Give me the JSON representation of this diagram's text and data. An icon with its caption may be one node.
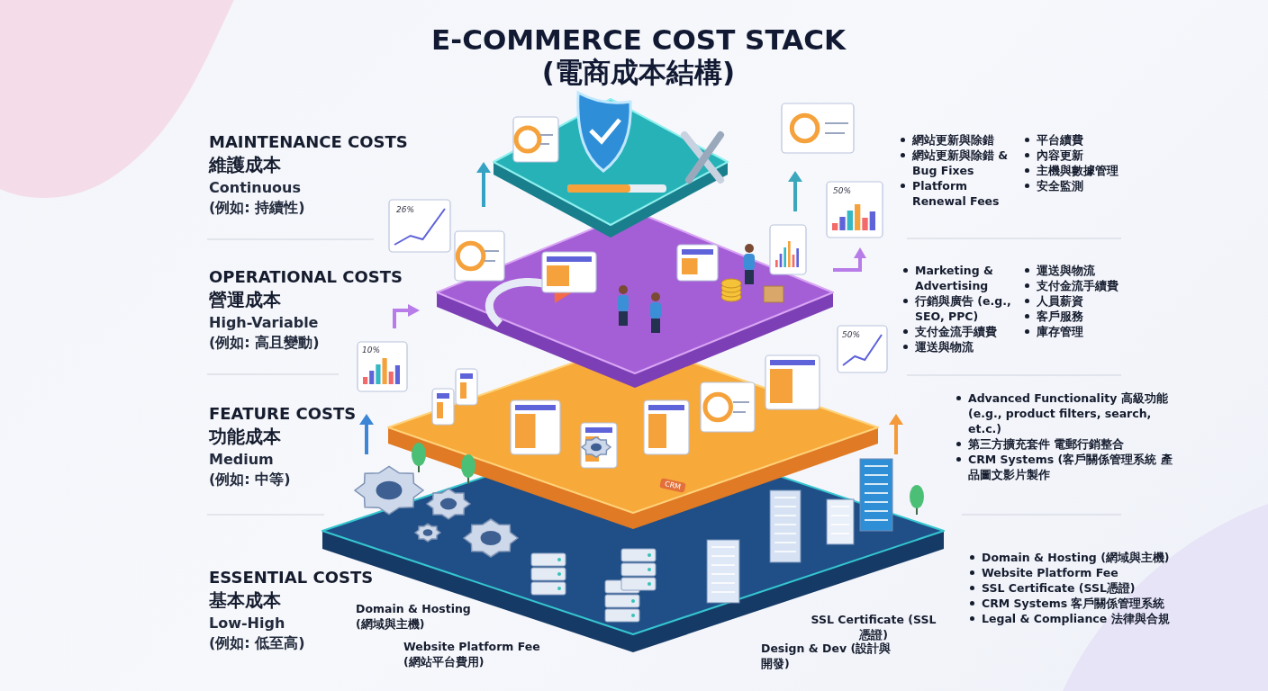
{
  "diagram": {
    "title": "E-COMMERCE COST STACK (電商成本結構)",
    "labels": [
      "MAINTENANCE COSTS",
      "維護成本",
      "Continuous",
      "(例如: 持續性)",
      "OPERATIONAL COSTS",
      "營運成本",
      "High-Variable",
      "(例如: 高且變動)",
      "FEATURE COSTS",
      "功能成本",
      "Medium",
      "(例如: 中等)",
      "ESSENTIAL COSTS",
      "基本成本",
      "Low-High",
      "(例如: 低至高)",
      "網站更新與除錯",
      "網站更新與除錯 & Bug Fixes",
      "Platform Renewal Fees",
      "平台續費",
      "內容更新",
      "主機與數據管理",
      "安全監測",
      "Marketing & Advertising",
      "行銷與廣告 (e.g., SEO, PPC)",
      "支付金流手續費",
      "運送與物流",
      "運送與物流",
      "支付金流手續費",
      "人員薪資",
      "客戶服務",
      "庫存管理",
      "Advanced Functionality 高級功能 (e.g., product filters, search, et.c.)",
      "第三方擴充套件 電郵行銷整合",
      "CRM Systems (客戶關係管理系統 產品圖文影片製作",
      "Domain & Hosting (網域與主機)",
      "Website Platform Fee",
      "SSL Certificate (SSL憑證)",
      "CRM Systems 客戶關係管理系統",
      "Legal & Compliance 法律與合規",
      "26%",
      "10%",
      "50%",
      "50%",
      "CRM",
      "Domain & Hosting (網域與主機)",
      "Website Platform Fee (網站平台費用)",
      "SSL Certificate (SSL憑證)",
      "Design & Dev (設計與開發)"
    ]
  }
}
